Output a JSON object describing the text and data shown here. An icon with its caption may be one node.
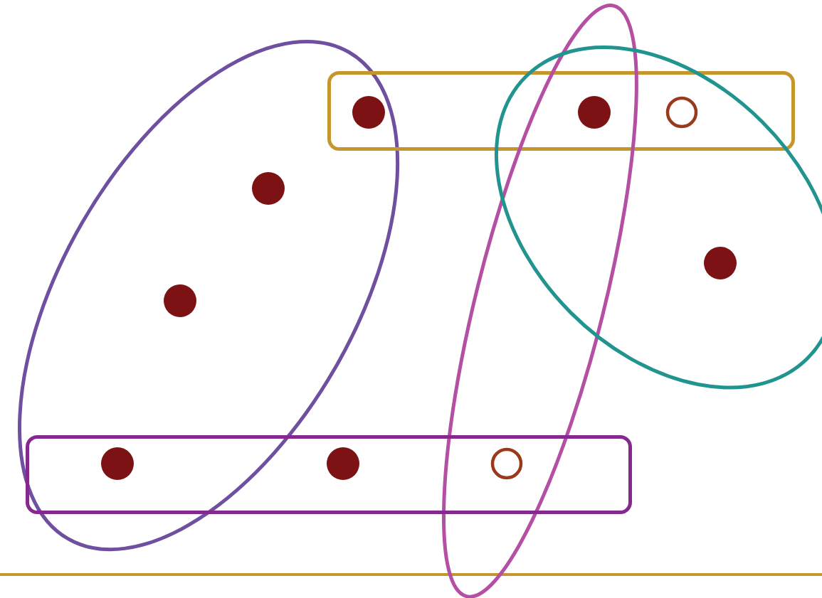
{
  "diagram": {
    "nodes": [
      {
        "text": [],
        "shape": "ellipse"
      },
      {
        "text": [],
        "shape": "box"
      },
      {
        "text": [],
        "shape": "ellipse"
      },
      {
        "text": [],
        "shape": "ellipse"
      },
      {
        "text": [],
        "shape": "box"
      },
      {
        "text": [],
        "shape": "circle"
      },
      {
        "text": [],
        "shape": "circle"
      },
      {
        "text": [],
        "shape": "circle"
      },
      {
        "text": [],
        "shape": "circle",
        "in": 0
      },
      {
        "text": [],
        "shape": "circle",
        "in": 0
      },
      {
        "text": [],
        "shape": "circle",
        "in": 3
      },
      {
        "text": [],
        "shape": "circle"
      },
      {
        "text": [],
        "shape": "circle",
        "in": 4
      },
      {
        "text": [],
        "shape": "circle"
      }
    ],
    "edges": []
  }
}
